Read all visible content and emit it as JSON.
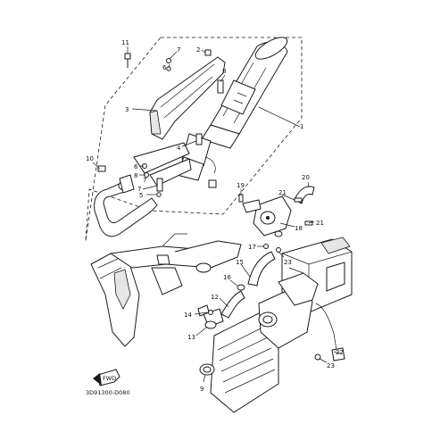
{
  "diagram": {
    "drawing_code": "3D91300-D080",
    "front_marker_text": "FWD",
    "callouts": [
      {
        "id": "c11",
        "label": "11"
      },
      {
        "id": "c7a",
        "label": "7"
      },
      {
        "id": "c6a",
        "label": "6"
      },
      {
        "id": "c2",
        "label": "2"
      },
      {
        "id": "c8a",
        "label": "8"
      },
      {
        "id": "c3",
        "label": "3"
      },
      {
        "id": "c1",
        "label": "1"
      },
      {
        "id": "c4",
        "label": "4"
      },
      {
        "id": "c10",
        "label": "10"
      },
      {
        "id": "c6b",
        "label": "6"
      },
      {
        "id": "c8b",
        "label": "8"
      },
      {
        "id": "c7b",
        "label": "7"
      },
      {
        "id": "c5",
        "label": "5"
      },
      {
        "id": "c7c",
        "label": "7"
      },
      {
        "id": "c20",
        "label": "20"
      },
      {
        "id": "c19",
        "label": "19"
      },
      {
        "id": "c21a",
        "label": "21"
      },
      {
        "id": "c18",
        "label": "18"
      },
      {
        "id": "c21b",
        "label": "21"
      },
      {
        "id": "c17",
        "label": "17"
      },
      {
        "id": "c23a",
        "label": "23"
      },
      {
        "id": "c15",
        "label": "15"
      },
      {
        "id": "c16",
        "label": "16"
      },
      {
        "id": "c12",
        "label": "12"
      },
      {
        "id": "c14",
        "label": "14"
      },
      {
        "id": "c13",
        "label": "13"
      },
      {
        "id": "c22",
        "label": "22"
      },
      {
        "id": "c23b",
        "label": "23"
      },
      {
        "id": "c9",
        "label": "9"
      }
    ]
  }
}
